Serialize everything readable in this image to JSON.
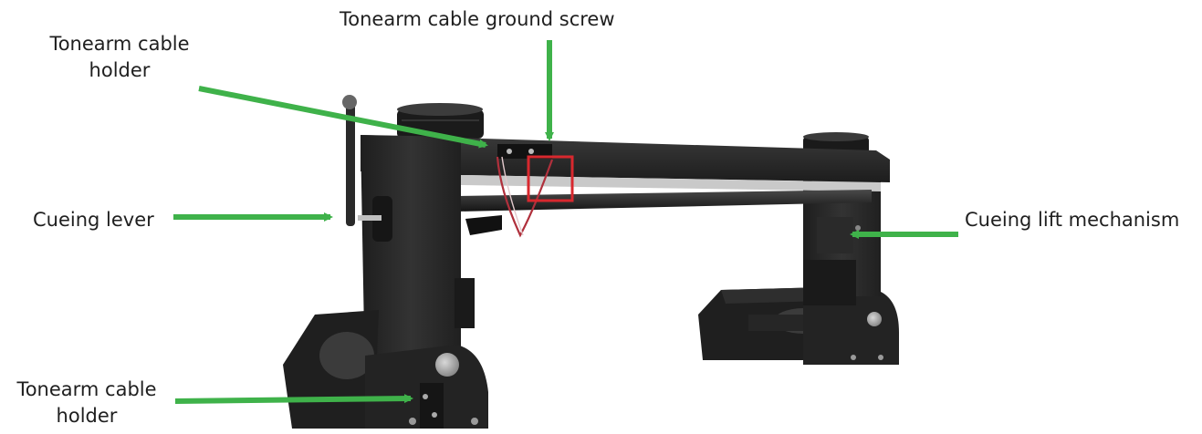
{
  "labels": {
    "ground_screw": "Tonearm cable ground screw",
    "holder_top_line1": "Tonearm cable",
    "holder_top_line2": "holder",
    "cueing_lever": "Cueing lever",
    "cueing_lift": "Cueing lift mechanism",
    "holder_bottom_line1": "Tonearm cable",
    "holder_bottom_line2": "holder"
  },
  "colors": {
    "arrow": "#3fb24a",
    "highlight_box": "#d8282e",
    "body": "#2b2b2b",
    "body_dark": "#1c1c1c",
    "cable": "#b0303c",
    "screw": "#9a9a9a"
  }
}
